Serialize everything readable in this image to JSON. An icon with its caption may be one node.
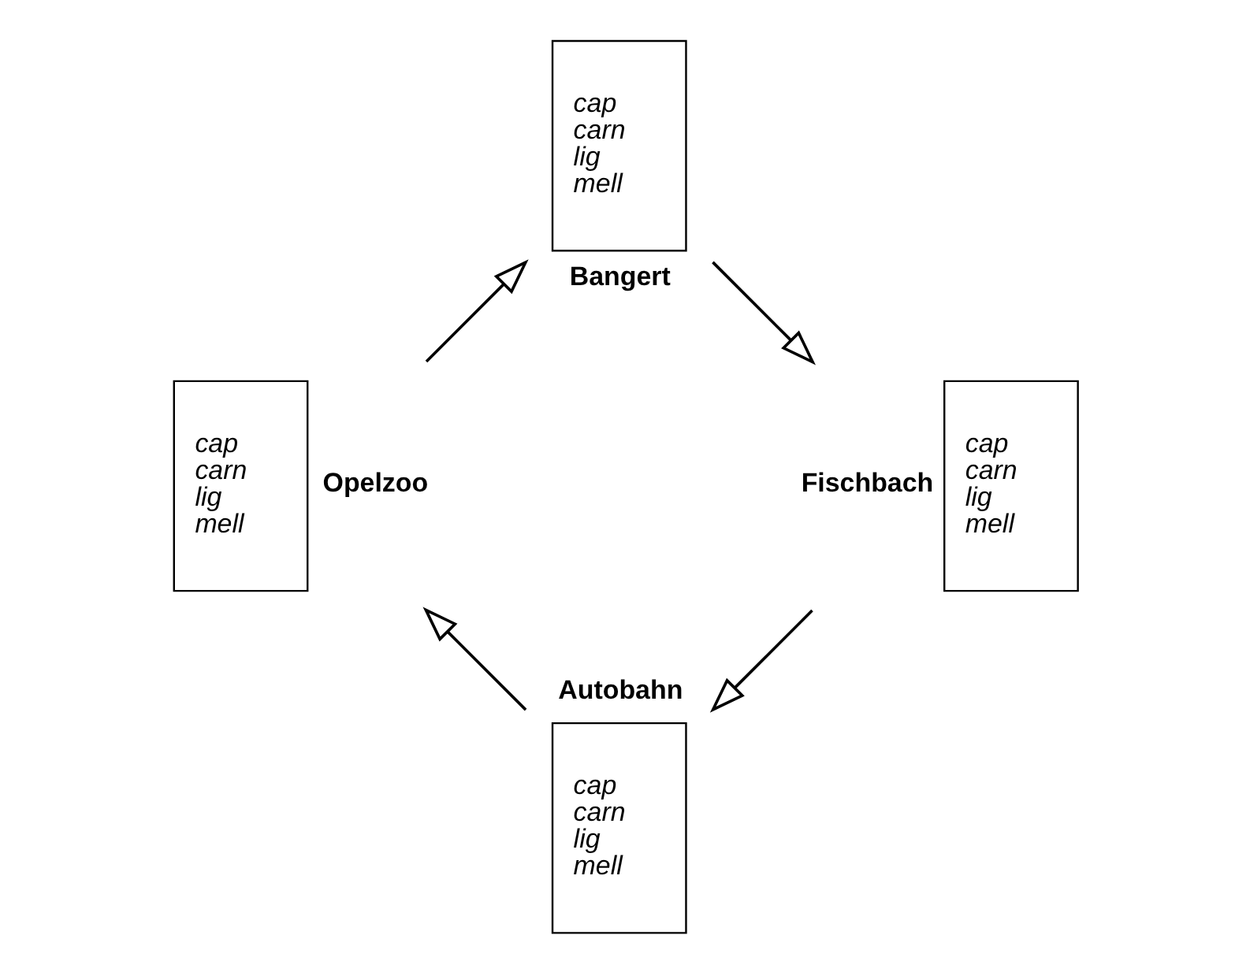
{
  "diagram": {
    "nodes": [
      {
        "text": [
          "Autobahn",
          "cap",
          "carn",
          "lig",
          "mell"
        ]
      },
      {
        "text": [
          "Opelzoo",
          "cap",
          "carn",
          "lig",
          "mell"
        ]
      },
      {
        "text": [
          "Bangert",
          "cap",
          "carn",
          "lig",
          "mell"
        ]
      },
      {
        "text": [
          "Fischbach",
          "cap",
          "carn",
          "lig",
          "mell"
        ]
      }
    ],
    "edges": [
      {
        "from": 0,
        "to": 1,
        "arrow": "to"
      },
      {
        "from": 1,
        "to": 2,
        "arrow": "to"
      },
      {
        "from": 2,
        "to": 3,
        "arrow": "to"
      },
      {
        "from": 3,
        "to": 0,
        "arrow": "to"
      }
    ]
  }
}
